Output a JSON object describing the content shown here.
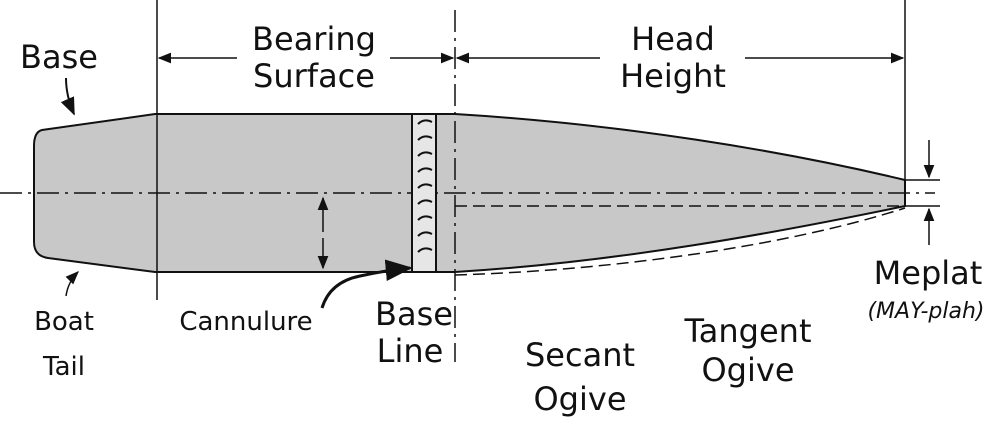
{
  "labels": {
    "base": "Base",
    "bearing_surface": [
      "Bearing",
      "Surface"
    ],
    "head_height": [
      "Head",
      "Height"
    ],
    "boat_tail": [
      "Boat",
      "Tail"
    ],
    "cannulure": "Cannulure",
    "base_line": [
      "Base",
      "Line"
    ],
    "secant_ogive": [
      "Secant",
      "Ogive"
    ],
    "tangent_ogive": [
      "Tangent",
      "Ogive"
    ],
    "meplat": "Meplat",
    "meplat_pronunciation": "(MAY-plah)"
  },
  "colors": {
    "bullet_fill": "#c8c8c8",
    "ink": "#111111",
    "background": "#ffffff"
  }
}
